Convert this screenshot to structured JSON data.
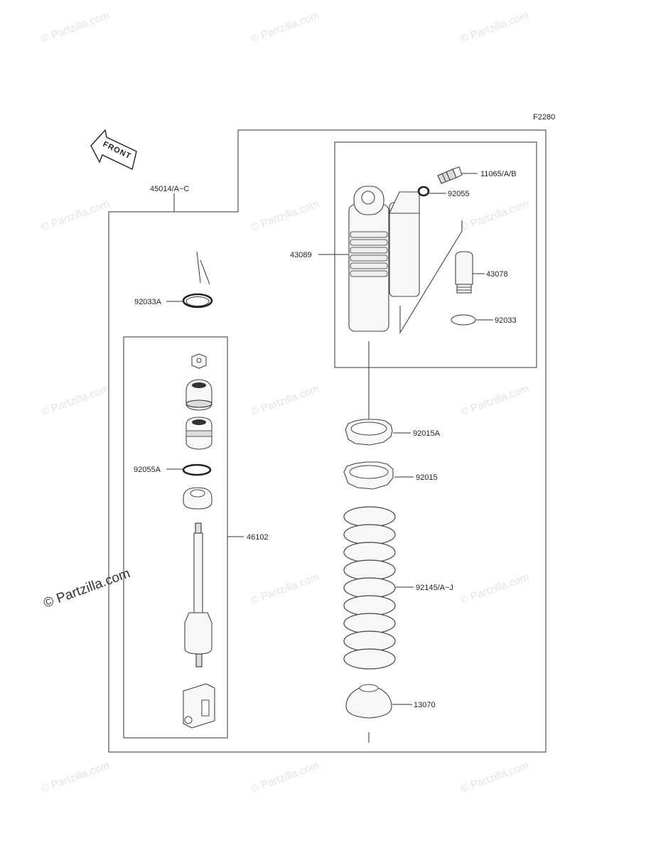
{
  "diagram": {
    "code": "F2280",
    "front_arrow": "FRONT",
    "watermark_small": "© Partzilla.com",
    "watermark_large": "© Partzilla.com",
    "labels": {
      "p45014": "45014/A~C",
      "p92033A": "92033A",
      "p43089": "43089",
      "p11065": "11065/A/B",
      "p92055": "92055",
      "p43078": "43078",
      "p92033": "92033",
      "p92055A": "92055A",
      "p46102": "46102",
      "p92015A": "92015A",
      "p92015": "92015",
      "p92145": "92145/A~J",
      "p13070": "13070"
    }
  }
}
